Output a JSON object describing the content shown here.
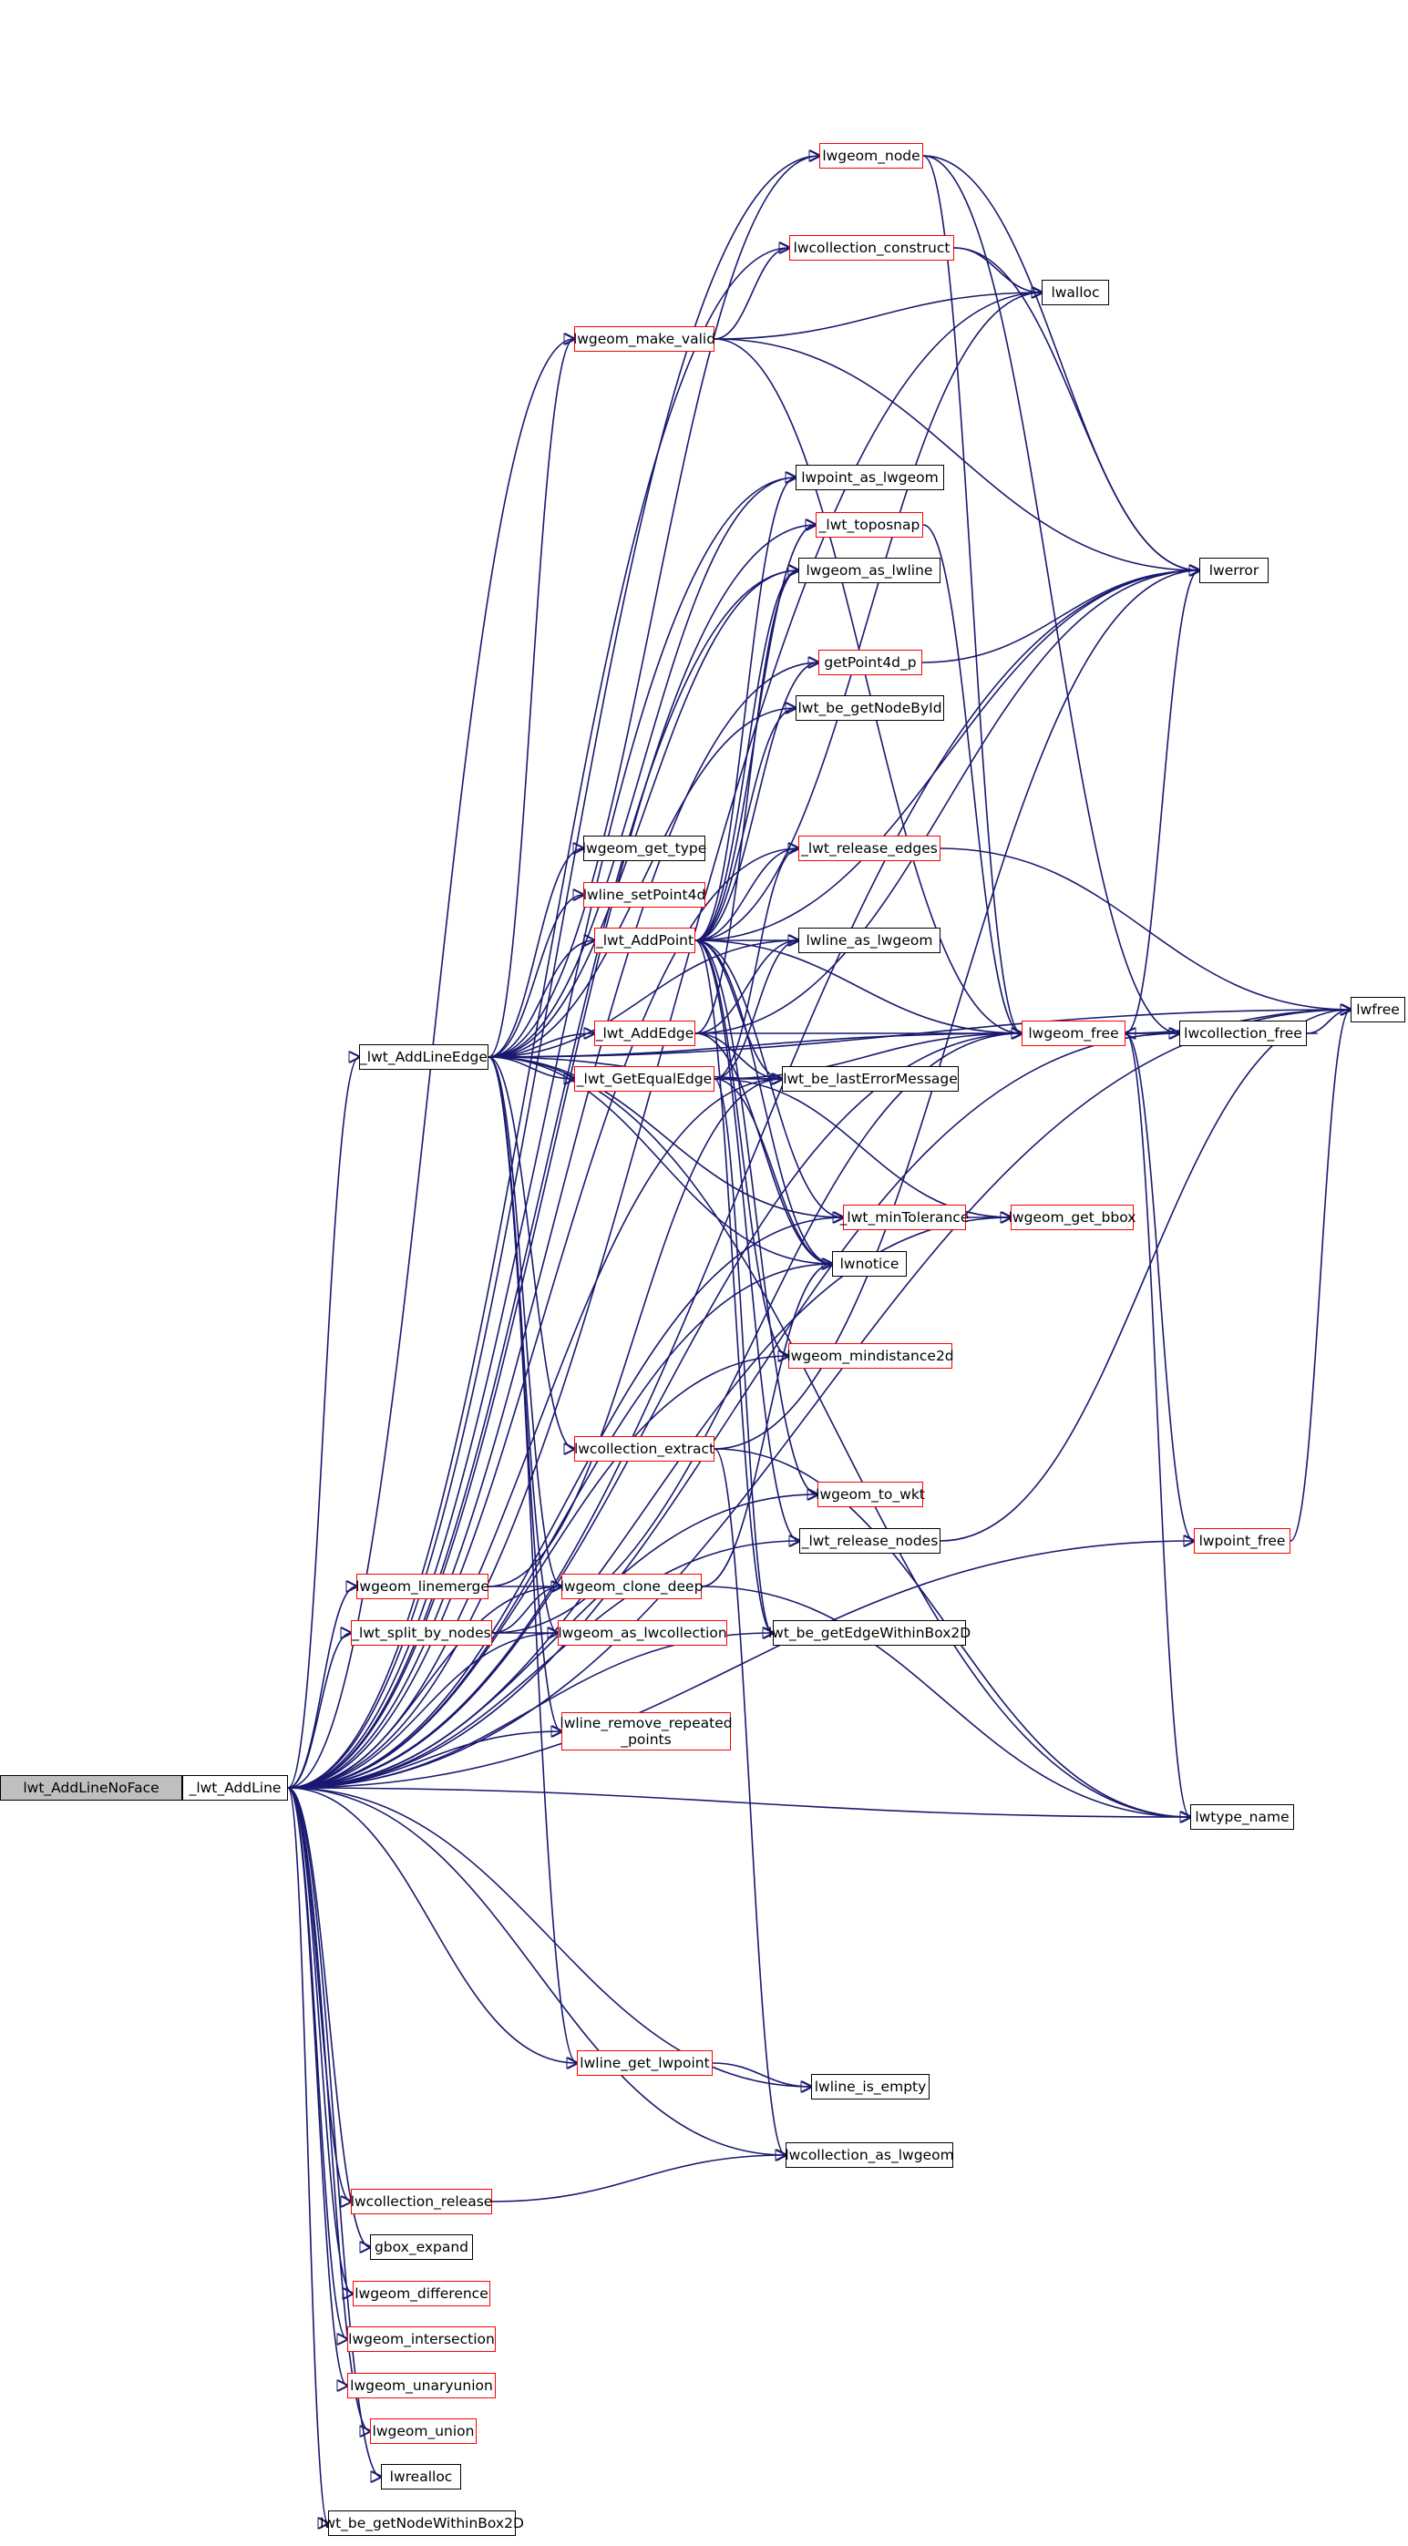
{
  "colors": {
    "edge": "#191970",
    "border_default": "#000000",
    "border_incomplete": "#ff0000",
    "root_fill": "#bfbfbf"
  },
  "nodes": {
    "lwt_AddLineNoFace": "lwt_AddLineNoFace",
    "_lwt_AddLine": "_lwt_AddLine",
    "_lwt_AddLineEdge": "_lwt_AddLineEdge",
    "lwgeom_node": "lwgeom_node",
    "lwcollection_construct": "lwcollection_construct",
    "lwalloc": "lwalloc",
    "lwgeom_make_valid": "lwgeom_make_valid",
    "lwpoint_as_lwgeom": "lwpoint_as_lwgeom",
    "_lwt_toposnap": "_lwt_toposnap",
    "lwerror": "lwerror",
    "lwgeom_as_lwline": "lwgeom_as_lwline",
    "getPoint4d_p": "getPoint4d_p",
    "lwt_be_getNodeById": "lwt_be_getNodeById",
    "_lwt_release_edges": "_lwt_release_edges",
    "lwgeom_get_type": "lwgeom_get_type",
    "lwline_setPoint4d": "lwline_setPoint4d",
    "_lwt_AddPoint": "_lwt_AddPoint",
    "lwline_as_lwgeom": "lwline_as_lwgeom",
    "lwfree": "lwfree",
    "_lwt_AddEdge": "_lwt_AddEdge",
    "lwgeom_free": "lwgeom_free",
    "lwcollection_free": "lwcollection_free",
    "lwt_be_lastErrorMessage": "lwt_be_lastErrorMessage",
    "_lwt_GetEqualEdge": "_lwt_GetEqualEdge",
    "_lwt_minTolerance": "_lwt_minTolerance",
    "lwgeom_get_bbox": "lwgeom_get_bbox",
    "lwnotice": "lwnotice",
    "lwgeom_mindistance2d": "lwgeom_mindistance2d",
    "lwcollection_extract": "lwcollection_extract",
    "lwgeom_to_wkt": "lwgeom_to_wkt",
    "_lwt_release_nodes": "_lwt_release_nodes",
    "lwpoint_free": "lwpoint_free",
    "lwgeom_linemerge": "lwgeom_linemerge",
    "lwgeom_clone_deep": "lwgeom_clone_deep",
    "_lwt_split_by_nodes": "_lwt_split_by_nodes",
    "lwgeom_as_lwcollection": "lwgeom_as_lwcollection",
    "lwt_be_getEdgeWithinBox2D": "lwt_be_getEdgeWithinBox2D",
    "lwline_remove_repeated_points": "lwline_remove_repeated\n_points",
    "lwtype_name": "lwtype_name",
    "lwline_get_lwpoint": "lwline_get_lwpoint",
    "lwline_is_empty": "lwline_is_empty",
    "lwcollection_as_lwgeom": "lwcollection_as_lwgeom",
    "lwcollection_release": "lwcollection_release",
    "gbox_expand": "gbox_expand",
    "lwgeom_difference": "lwgeom_difference",
    "lwgeom_intersection": "lwgeom_intersection",
    "lwgeom_unaryunion": "lwgeom_unaryunion",
    "lwgeom_union": "lwgeom_union",
    "lwrealloc": "lwrealloc",
    "lwt_be_getNodeWithinBox2D": "lwt_be_getNodeWithinBox2D"
  }
}
